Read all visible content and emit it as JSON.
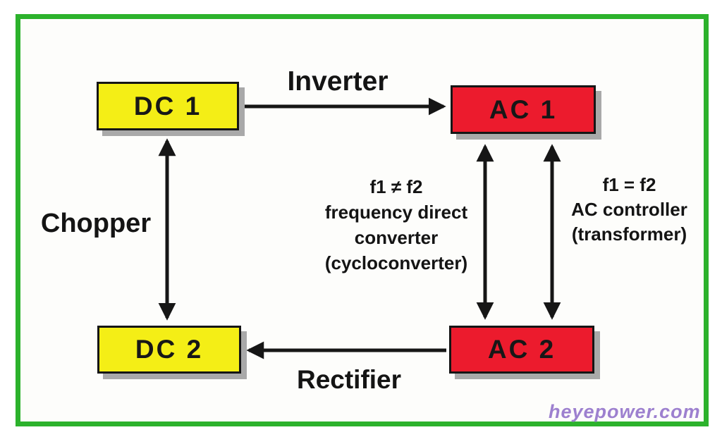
{
  "boxes": {
    "dc1": "DC 1",
    "ac1": "AC 1",
    "dc2": "DC 2",
    "ac2": "AC 2"
  },
  "edge_labels": {
    "inverter": "Inverter",
    "chopper": "Chopper",
    "rectifier": "Rectifier"
  },
  "annotations": {
    "cycloconverter": [
      "f1 ≠ f2",
      "frequency direct",
      "converter",
      "(cycloconverter)"
    ],
    "transformer": [
      "f1 = f2",
      "AC controller",
      "(transformer)"
    ]
  },
  "watermark": "heyepower.com",
  "colors": {
    "frame_green": "#2cb22c",
    "box_yellow": "#f4ee16",
    "box_red": "#ec1b2d",
    "arrow_black": "#161616",
    "watermark_purple": "#9d80cf",
    "shadow_gray": "#a9a9a9"
  }
}
